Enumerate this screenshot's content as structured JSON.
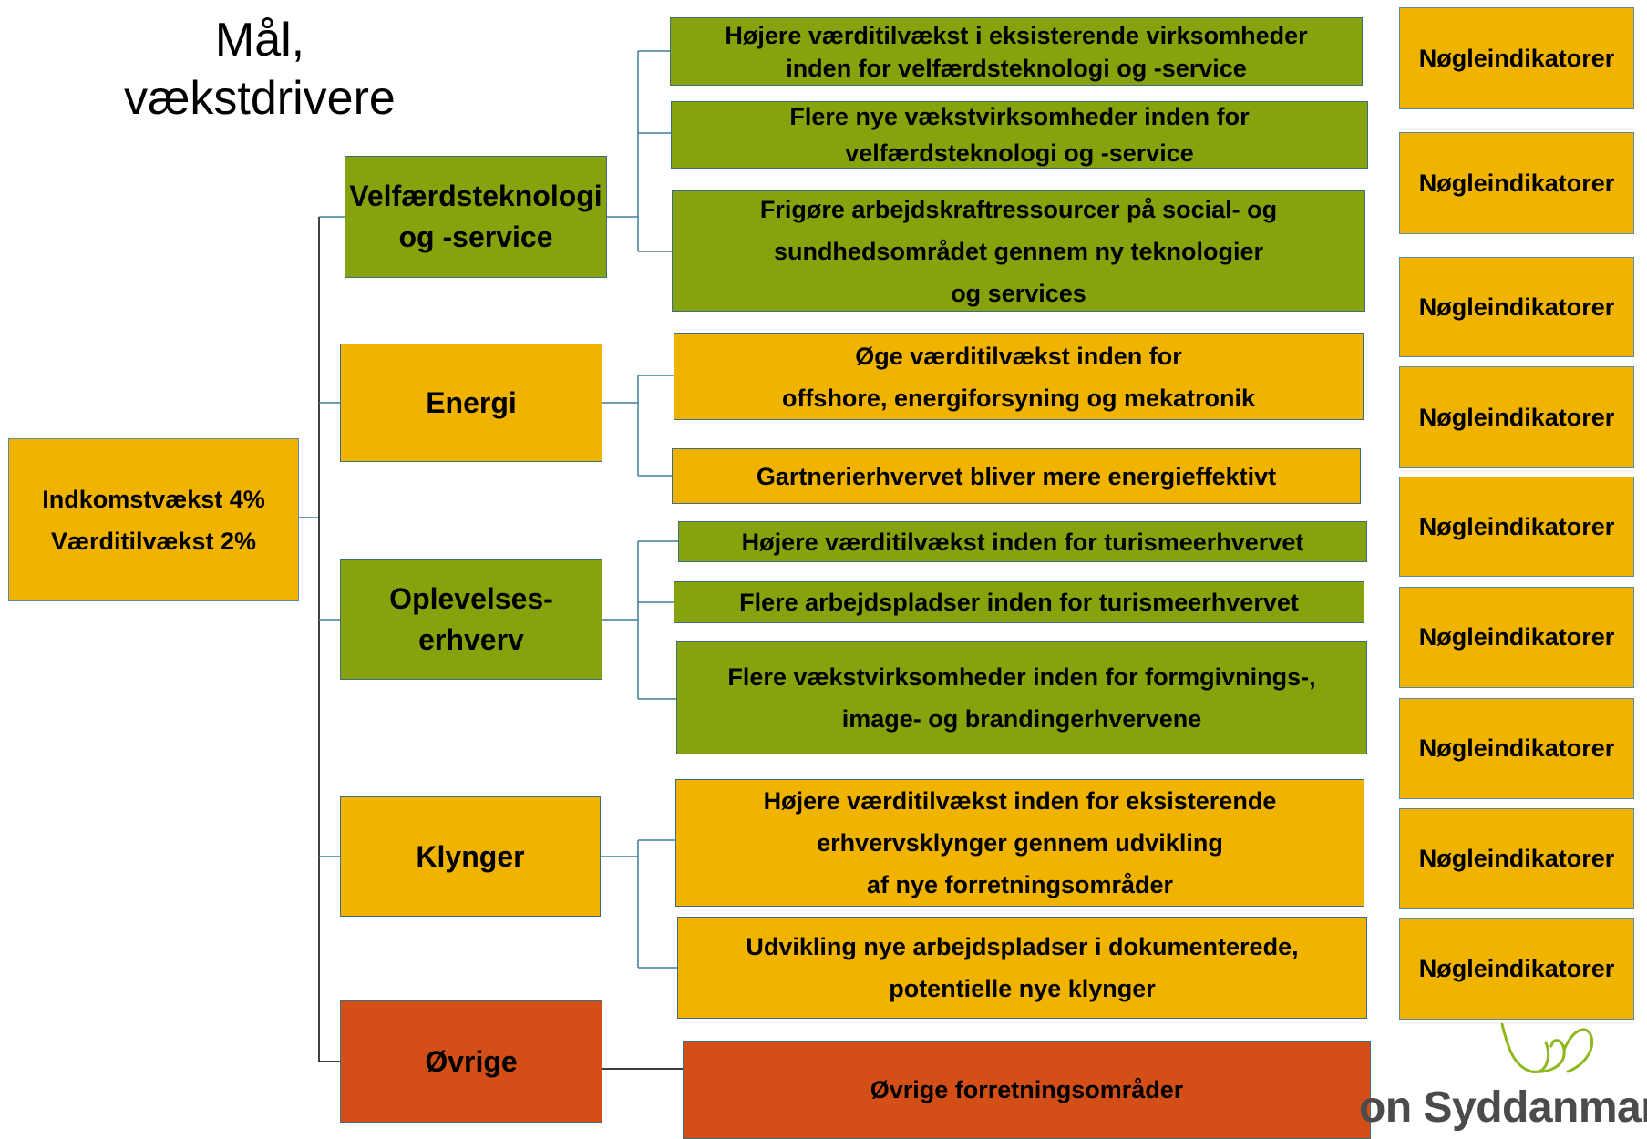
{
  "title": "Mål,\nvækstdrivere",
  "root": {
    "label": "Indkomstvækst 4%\nVærditilvækst 2%"
  },
  "categories": [
    {
      "label": "Velfærdsteknologi\nog -service"
    },
    {
      "label": "Energi"
    },
    {
      "label": "Oplevelses-\nerhverv"
    },
    {
      "label": "Klynger"
    },
    {
      "label": "Øvrige"
    }
  ],
  "goals": [
    {
      "label": "Højere værditilvækst i eksisterende virksomheder\ninden for velfærdsteknologi og -service"
    },
    {
      "label": "Flere nye vækstvirksomheder inden for\nvelfærdsteknologi og -service"
    },
    {
      "label": "Frigøre arbejdskraftressourcer på social- og\nsundhedsområdet gennem ny teknologier\nog services"
    },
    {
      "label": "Øge værditilvækst inden for\noffshore, energiforsyning og mekatronik"
    },
    {
      "label": "Gartnerierhvervet bliver mere energieffektivt"
    },
    {
      "label": "Højere værditilvækst inden for turismeerhvervet"
    },
    {
      "label": "Flere arbejdspladser inden for turismeerhvervet"
    },
    {
      "label": "Flere vækstvirksomheder inden for formgivnings-,\nimage- og brandingerhvervene"
    },
    {
      "label": "Højere værditilvækst inden for eksisterende\nerhvervsklynger gennem udvikling\naf nye forretningsområder"
    },
    {
      "label": "Udvikling nye arbejdspladser i dokumenterede,\npotentielle nye klynger"
    },
    {
      "label": "Øvrige forretningsområder"
    }
  ],
  "indicators": [
    "Nøgleindikatorer",
    "Nøgleindikatorer",
    "Nøgleindikatorer",
    "Nøgleindikatorer",
    "Nøgleindikatorer",
    "Nøgleindikatorer",
    "Nøgleindikatorer",
    "Nøgleindikatorer",
    "Nøgleindikatorer"
  ],
  "logo": {
    "text": "Region Syddanmark",
    "icon": "region-syddanmark-logo-mark"
  },
  "colors": {
    "green": "#86A30D",
    "yellow": "#F0B400",
    "red": "#D44F17",
    "connector": "#3F7F9F"
  }
}
